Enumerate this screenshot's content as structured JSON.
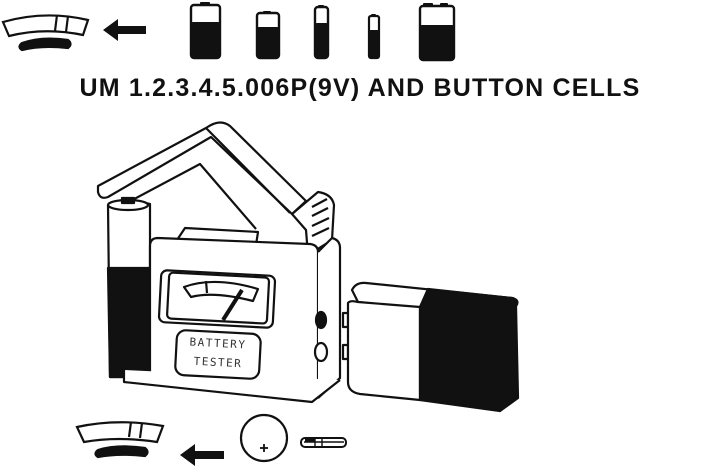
{
  "title": "UM 1.2.3.4.5.006P(9V) AND BUTTON CELLS",
  "tester_label": {
    "line1": "BATTERY",
    "line2": "TESTER"
  },
  "icons": {
    "top_scale": "meter-scale-icon",
    "top_arrow": "arrow-left-icon",
    "top_batteries": [
      "battery-um1-icon",
      "battery-um2-icon",
      "battery-um3-icon",
      "battery-um4-icon",
      "battery-9v-icon"
    ],
    "bottom_scale": "meter-scale-icon",
    "bottom_arrow": "arrow-left-icon",
    "button_cell_top": "button-cell-top-icon",
    "button_cell_side": "button-cell-side-icon",
    "button_cell_symbol": "+"
  },
  "colors": {
    "ink": "#111111",
    "paper": "#ffffff"
  }
}
